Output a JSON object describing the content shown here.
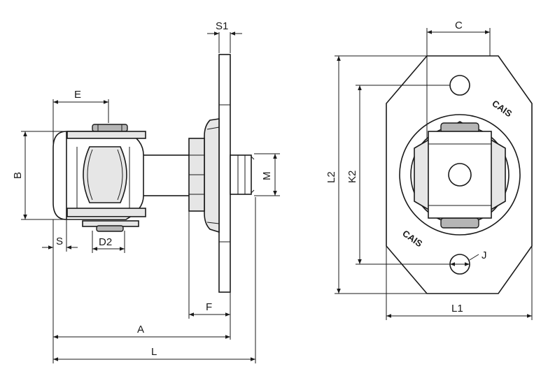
{
  "labels": {
    "S1": "S1",
    "E": "E",
    "B": "B",
    "M": "M",
    "S": "S",
    "D2": "D2",
    "F": "F",
    "A": "A",
    "L": "L",
    "C": "C",
    "L2": "L2",
    "K2": "K2",
    "J": "J",
    "L1": "L1"
  },
  "brand": {
    "mark_top": "CAIS",
    "mark_bottom": "CAIS"
  }
}
